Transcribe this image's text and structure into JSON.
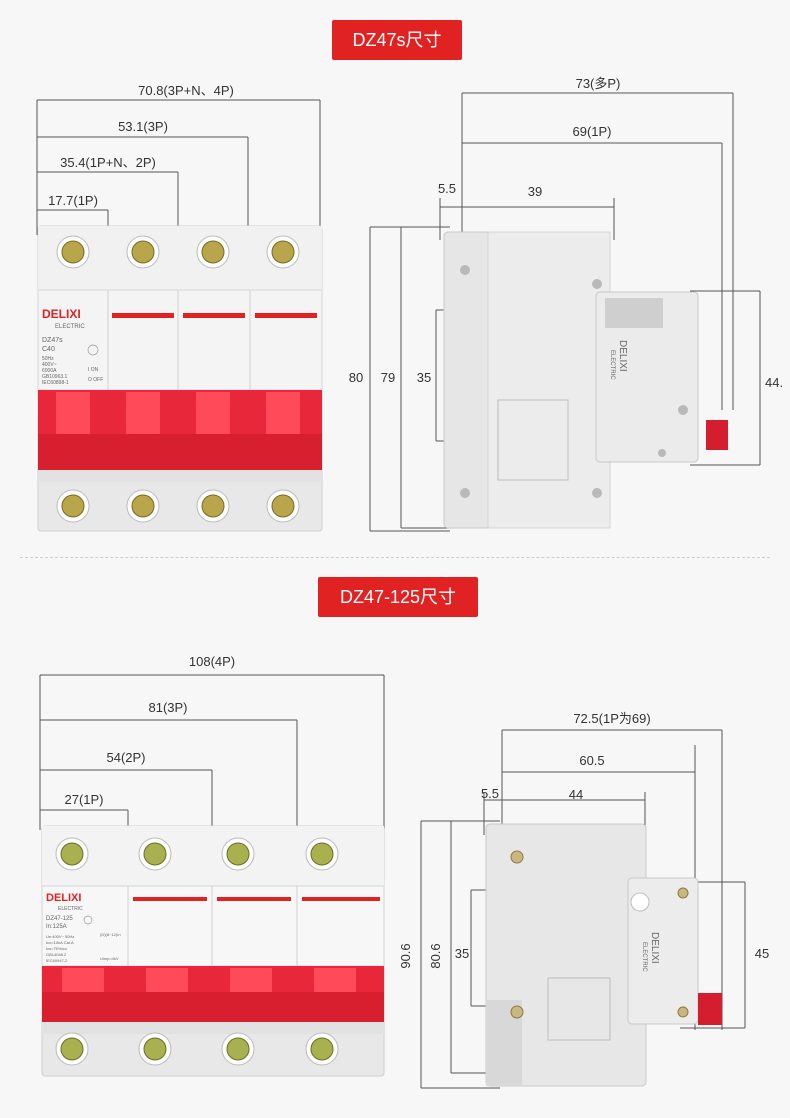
{
  "section1": {
    "title": "DZ47s尺寸",
    "front": {
      "dims": [
        "70.8(3P+N、4P)",
        "53.1(3P)",
        "35.4(1P+N、2P)",
        "17.7(1P)"
      ],
      "label": {
        "brand": "DELIXI",
        "sub": "ELECTRIC",
        "model": "DZ47s",
        "rating": "C40",
        "spec1": "50Hz",
        "spec2": "400V~",
        "spec3": "6000A",
        "spec4": "GB10963.1",
        "spec5": "IEC60898-1",
        "on": "I ON",
        "off": "O OFF"
      }
    },
    "side": {
      "dim_top": "73(多P)",
      "dim_mid": "69(1P)",
      "dim_small": "5.5",
      "dim_depth": "39",
      "dim_h1": "80",
      "dim_h2": "79",
      "dim_h3": "35",
      "dim_right": "44.",
      "side_brand": "DELIXI",
      "side_sub": "ELECTRIC"
    }
  },
  "section2": {
    "title": "DZ47-125尺寸",
    "front": {
      "dims": [
        "108(4P)",
        "81(3P)",
        "54(2P)",
        "27(1P)"
      ],
      "label": {
        "brand": "DELIXI",
        "sub": "ELECTRIC",
        "model": "DZ47-125",
        "rating": "In:125A",
        "spec1": "Ue:400V~  50Hz",
        "spec2": "Icu=10kA  Cat.A",
        "spec3": "Ics=75%Icu",
        "spec4": "GB14048.2",
        "spec5": "IEC60947-2",
        "curve": "(D)(8~12)In",
        "uimp": "Uimp=4kV"
      }
    },
    "side": {
      "dim_top": "72.5(1P为69)",
      "dim_mid": "60.5",
      "dim_small": "5.5",
      "dim_depth": "44",
      "dim_h1": "90.6",
      "dim_h2": "80.6",
      "dim_h3": "35",
      "dim_right": "45",
      "side_brand": "DELIXI",
      "side_sub": "ELECTRIC"
    }
  },
  "colors": {
    "accent": "#e02222",
    "handle": "#e8283a",
    "body": "#e9e9e9",
    "terminal": "#9a8a3a"
  }
}
